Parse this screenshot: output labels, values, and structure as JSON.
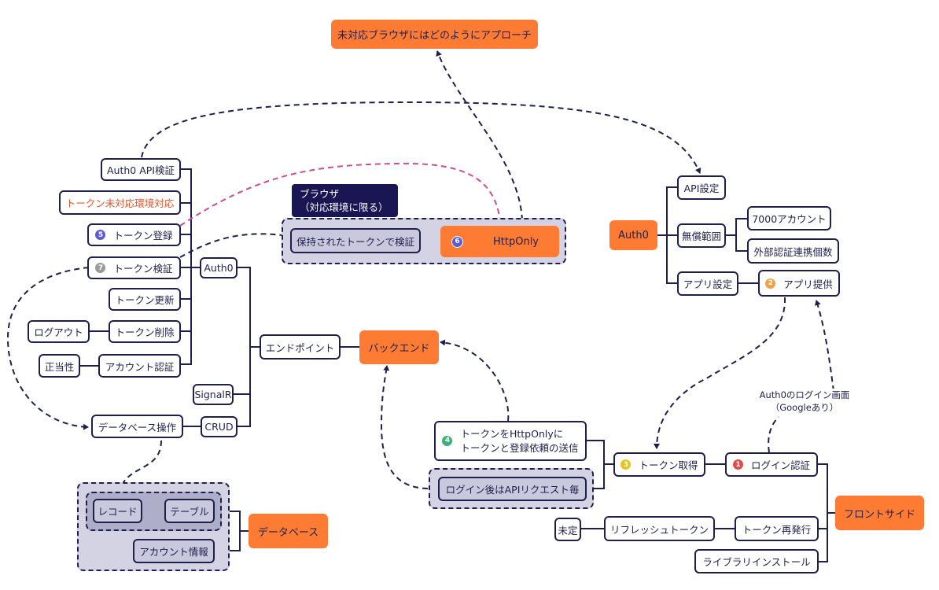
{
  "colors": {
    "line": "#1f1f4f",
    "orange": "#fd7b33",
    "pink_dashed": "#d14b8f",
    "badge_blue": "#5b5bd6",
    "badge_grey": "#9a9a9a",
    "badge_orange": "#f0a047",
    "badge_green": "#3bb07a",
    "badge_yellow": "#e8c21c",
    "badge_red": "#e04b4b"
  },
  "top": {
    "question": "未対応ブラウザにはどのようにアプローチ"
  },
  "left_branch": {
    "auth0_api_verify": "Auth0 API検証",
    "token_unsupported_env": "トークン未対応環境対応",
    "token_register": {
      "badge": "5",
      "label": "トークン登録"
    },
    "token_verify": {
      "badge": "7",
      "label": "トークン検証"
    },
    "token_update": "トークン更新",
    "token_delete": "トークン削除",
    "account_auth": "アカウント認証",
    "logout": "ログアウト",
    "legitimacy": "正当性"
  },
  "browser_group": {
    "label_line1": "ブラウザ",
    "label_line2": "（対応環境に限る）",
    "held_token_verify": "保持されたトークンで検証",
    "httponly": {
      "badge": "6",
      "label": "HttpOnly"
    }
  },
  "backend_branch": {
    "auth0": "Auth0",
    "endpoint": "エンドポイント",
    "backend": "バックエンド",
    "signalr": "SignalR",
    "crud": "CRUD",
    "db_operation": "データベース操作"
  },
  "database": {
    "record": "レコード",
    "table": "テーブル",
    "account_info": "アカウント情報",
    "root": "データベース"
  },
  "auth0_branch": {
    "root": "Auth0",
    "api_settings": "API設定",
    "free_tier": "無償範囲",
    "accounts_7000": "7000アカウント",
    "external_auth_count": "外部認証連携個数",
    "app_settings": "アプリ設定",
    "app_provide": {
      "badge": "2",
      "label": "アプリ提供"
    }
  },
  "front_branch": {
    "root": "フロントサイド",
    "token_send": {
      "badge": "4",
      "line1": "トークンをHttpOnlyに",
      "line2": "トークンと登録依頼の送信"
    },
    "api_request_after_login": "ログイン後はAPIリクエスト毎",
    "token_get": {
      "badge": "3",
      "label": "トークン取得"
    },
    "login_auth": {
      "badge": "1",
      "label": "ログイン認証"
    },
    "login_note_line1": "Auth0のログイン画面",
    "login_note_line2": "（Googleあり）",
    "undecided": "未定",
    "refresh_token": "リフレッシュトークン",
    "token_reissue": "トークン再発行",
    "library_install": "ライブラリインストール"
  }
}
